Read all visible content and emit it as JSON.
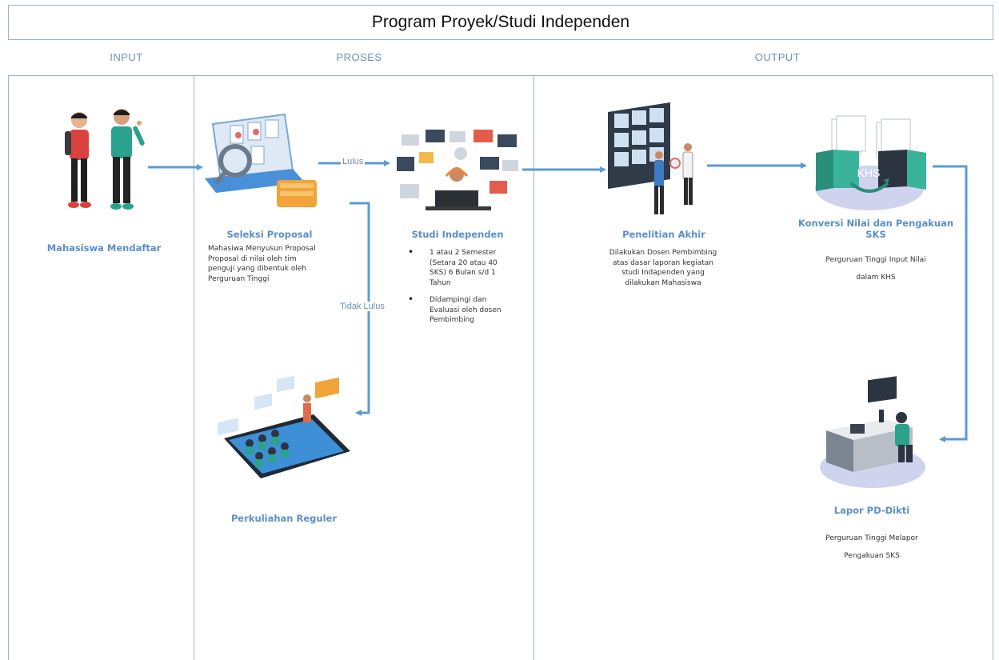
{
  "title": "Program Proyek/Studi Independen",
  "columns": {
    "input": "INPUT",
    "proses": "PROSES",
    "output": "OUTPUT"
  },
  "nodes": {
    "mahasiswa": {
      "label": "Mahasiswa Mendaftar"
    },
    "seleksi": {
      "label": "Seleksi Proposal",
      "desc": [
        "Mahasiwa Menyusun Proposal",
        "Proposal di nilai oleh tim",
        "penguji yang dibentuk oleh",
        "Perguruan Tinggi"
      ]
    },
    "studi": {
      "label": "Studi Independen",
      "bullets": [
        [
          "1 atau 2 Semester",
          "(Setara 20 atau 40",
          "SKS) 6 Bulan s/d 1",
          "Tahun"
        ],
        [
          "Didampingi dan",
          "Evaluasi oleh dosen",
          "Pembimbing"
        ]
      ]
    },
    "penelitian": {
      "label": "Penelitian Akhir",
      "desc": [
        "Dilakukan Dosen Pembimbing",
        "atas dasar laporan kegiatan",
        "studi Indapenden yang",
        "dilakukan Mahasiswa"
      ]
    },
    "konversi": {
      "label_line1": "Konversi Nilai dan Pengakuan",
      "label_line2": "SKS",
      "desc": [
        "Perguruan Tinggi Input Nilai",
        "dalam KHS"
      ],
      "icon_text": "KHS"
    },
    "lapor": {
      "label": "Lapor PD-Dikti",
      "desc": [
        "Perguruan Tinggi Melapor",
        "Pengakuan SKS"
      ]
    },
    "perkuliahan": {
      "label": "Perkuliahan Reguler"
    }
  },
  "edges": {
    "lulus": "Lulus",
    "tidak_lulus": "Tidak Lulus"
  },
  "colors": {
    "arrow": "#5b9bd5",
    "label_blue": "#5b8fc7",
    "header": "#6d8fb0",
    "border": "#9fb2c3"
  }
}
